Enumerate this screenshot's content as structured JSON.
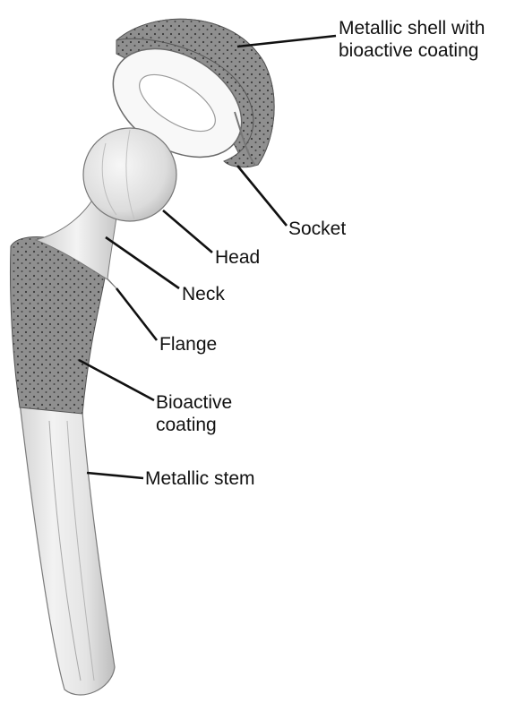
{
  "labels": {
    "shell": [
      "Metallic shell with",
      "bioactive coating"
    ],
    "socket": "Socket",
    "head": "Head",
    "neck": "Neck",
    "flange": "Flange",
    "coating": [
      "Bioactive",
      "coating"
    ],
    "stem": "Metallic stem"
  },
  "colors": {
    "ink": "#111111",
    "coating_gray": "#8c8c8c",
    "metal_light": "#e6e6e6",
    "metal_mid": "#cfcfcf"
  }
}
